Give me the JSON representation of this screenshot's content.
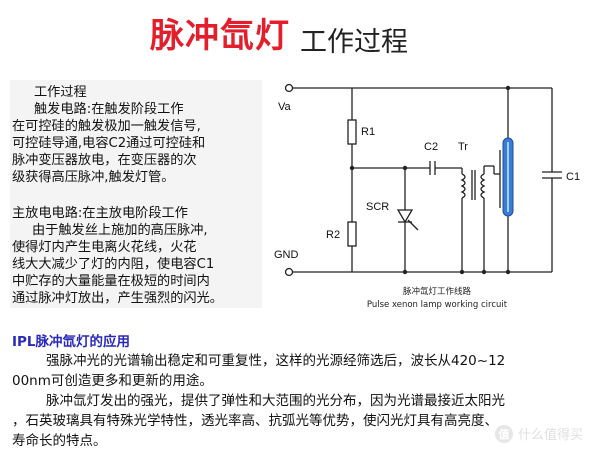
{
  "title": {
    "main": "脉冲氙灯",
    "sub": "工作过程"
  },
  "left_panel": {
    "lines": [
      "工作过程",
      "触发电路:在触发阶段工作",
      "在可控硅的触发极加一触发信号,",
      "可控硅导通,电容C2通过可控硅和",
      "脉冲变压器放电，在变压器的次",
      "级获得高压脉冲,触发灯管。",
      "主放电电路:在主放电阶段工作",
      "由于触发丝上施加的高压脉冲,",
      "使得灯内产生电离火花线，火花",
      "线大大减少了灯的内阻，使电容C1",
      "中贮存的大量能量在极短的时间内",
      "通过脉冲灯放出，产生强烈的闪光。"
    ]
  },
  "diagram": {
    "labels": {
      "va": "Va",
      "gnd": "GND",
      "r1": "R1",
      "r2": "R2",
      "c2": "C2",
      "tr": "Tr",
      "scr": "SCR",
      "c1": "C1"
    },
    "caption_cn": "脉冲氙灯工作线路",
    "caption_en": "Pulse xenon lamp working circuit"
  },
  "ipl": {
    "title": "IPL脉冲氙灯的应用",
    "lines": [
      "强脉冲光的光谱输出稳定和可重复性，这样的光源经筛选后，波长从420~12",
      "00nm可创造更多和更新的用途。",
      "脉冲氙灯发出的强光，提供了弹性和大范围的光分布，因为光谱最接近太阳光",
      "，石英玻璃具有特殊光学特性，透光率高、抗弧光等优势，使闪光灯具有高亮度、",
      "寿命长的特点。"
    ]
  },
  "watermark": {
    "text": "什么值得买"
  },
  "colors": {
    "title_red": "#e41e2b",
    "ipl_blue": "#2a2ab8",
    "lamp_blue": "#3a7bd5"
  }
}
